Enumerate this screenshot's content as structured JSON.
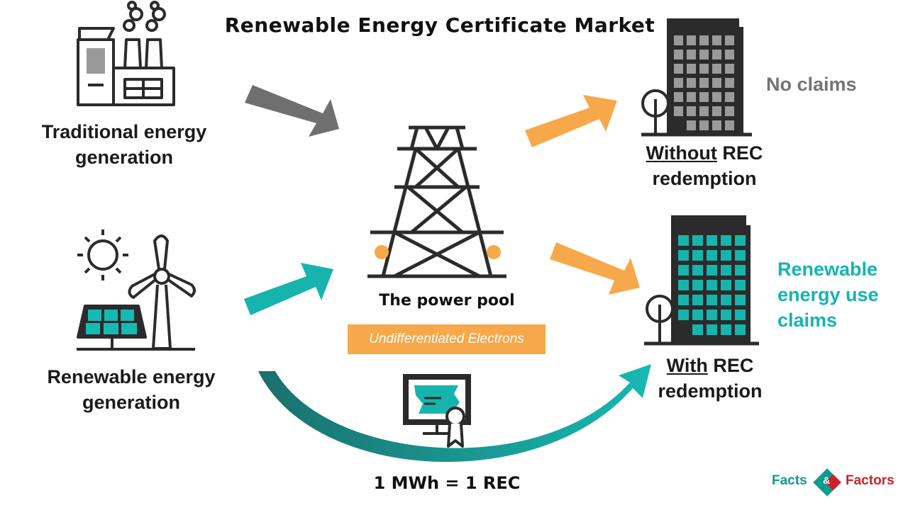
{
  "title": "Renewable Energy Certificate Market",
  "traditional": {
    "line1": "Traditional energy",
    "line2": "generation"
  },
  "renewable": {
    "line1": "Renewable energy",
    "line2": "generation"
  },
  "pool": {
    "label": "The power pool",
    "sublabel": "Undifferentiated Electrons"
  },
  "without": {
    "underlined": "Without",
    "rest": " REC",
    "line2": "redemption",
    "claim": "No claims"
  },
  "with": {
    "underlined": "With",
    "rest": " REC",
    "line2": "redemption",
    "claim_lines": [
      "Renewable",
      "energy use",
      "claims"
    ]
  },
  "equation": "1 MWh = 1 REC",
  "logo": {
    "left": "Facts",
    "mid": "&",
    "right": "Factors"
  },
  "colors": {
    "orange": "#f7a84a",
    "teal": "#14b5b0",
    "gray": "#6f6f70",
    "dark": "#2b2b2b"
  }
}
